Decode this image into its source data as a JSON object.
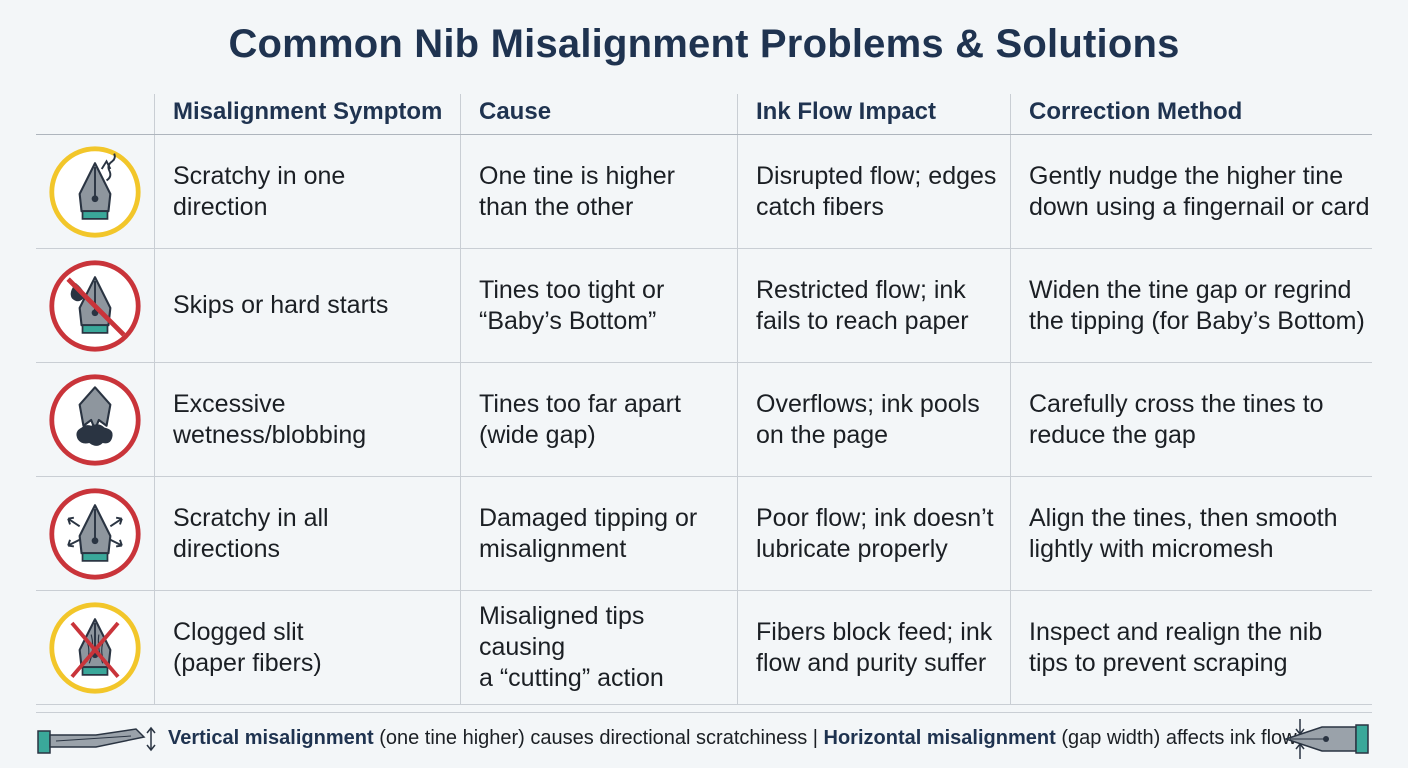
{
  "title": "Common Nib Misalignment Problems & Solutions",
  "headers": [
    "Misalignment Symptom",
    "Cause",
    "Ink Flow Impact",
    "Correction Method"
  ],
  "rows": [
    {
      "icon": "nib-scratchy-direction-icon",
      "ring_color": "#f2c62a",
      "symptom": [
        "Scratchy in one",
        "direction"
      ],
      "cause": [
        "One tine is higher",
        "than the other"
      ],
      "impact": [
        "Disrupted flow; edges",
        "catch fibers"
      ],
      "correction": [
        "Gently nudge the higher tine",
        "down using a fingernail or card"
      ]
    },
    {
      "icon": "nib-skip-no-ink-icon",
      "ring_color": "#c9343a",
      "symptom": [
        "Skips or hard starts"
      ],
      "cause": [
        "Tines too tight or",
        "“Baby’s Bottom”"
      ],
      "impact": [
        "Restricted flow; ink",
        "fails to reach paper"
      ],
      "correction": [
        "Widen the tine gap or regrind",
        "the tipping (for Baby’s Bottom)"
      ]
    },
    {
      "icon": "nib-ink-blob-icon",
      "ring_color": "#c9343a",
      "symptom": [
        "Excessive",
        "wetness/blobbing"
      ],
      "cause": [
        "Tines too far apart",
        "(wide gap)"
      ],
      "impact": [
        "Overflows; ink pools",
        "on the page"
      ],
      "correction": [
        "Carefully cross the tines to",
        "reduce the gap"
      ]
    },
    {
      "icon": "nib-arrows-all-directions-icon",
      "ring_color": "#c9343a",
      "symptom": [
        "Scratchy in all",
        "directions"
      ],
      "cause": [
        "Damaged tipping or",
        "misalignment"
      ],
      "impact": [
        "Poor flow; ink doesn’t",
        "lubricate properly"
      ],
      "correction": [
        "Align the tines, then smooth",
        "lightly with micromesh"
      ]
    },
    {
      "icon": "nib-clogged-fibers-icon",
      "ring_color": "#f2c62a",
      "symptom": [
        "Clogged slit",
        "(paper fibers)"
      ],
      "cause": [
        "Misaligned tips causing",
        "a “cutting” action"
      ],
      "impact": [
        "Fibers block feed; ink",
        "flow and purity suffer"
      ],
      "correction": [
        "Inspect and realign the nib",
        "tips to prevent scraping"
      ]
    }
  ],
  "footer": {
    "vertical_bold": "Vertical misalignment",
    "vertical_rest": " (one tine higher) causes directional scratchiness | ",
    "horizontal_bold": "Horizontal misalignment",
    "horizontal_rest": " (gap width) affects ink flow"
  },
  "colors": {
    "title": "#1f3350",
    "nib_metal": "#8e969e",
    "nib_dark": "#2a3442",
    "nib_band": "#3aa89a",
    "red_ring": "#c9343a",
    "yellow_ring": "#f2c62a"
  }
}
